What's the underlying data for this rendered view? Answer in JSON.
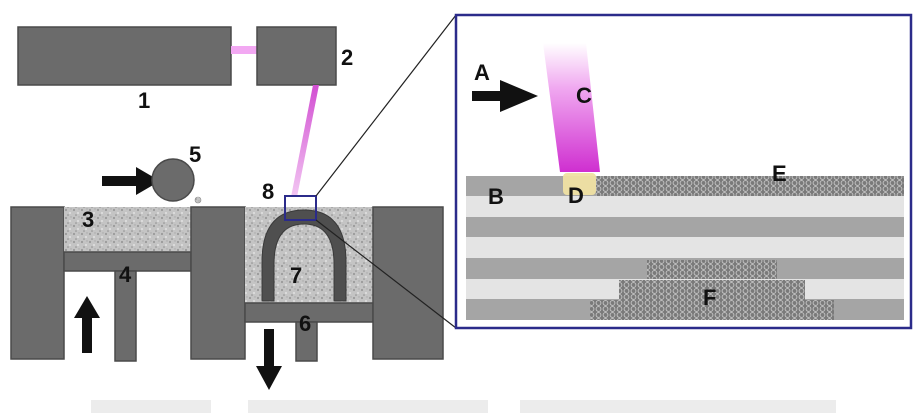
{
  "labels": {
    "n1": "1",
    "n2": "2",
    "n3": "3",
    "n4": "4",
    "n5": "5",
    "n6": "6",
    "n7": "7",
    "n8": "8",
    "a": "A",
    "b": "B",
    "c": "C",
    "d": "D",
    "e": "E",
    "f": "F"
  },
  "colors": {
    "block": "#6b6b6b",
    "stroke": "#4a4a4a",
    "powder": "#bdbdbd",
    "laser": "#d63cd6",
    "melt": "#f0e2a0",
    "frame": "#2b2b8a",
    "arrow": "#111111"
  }
}
